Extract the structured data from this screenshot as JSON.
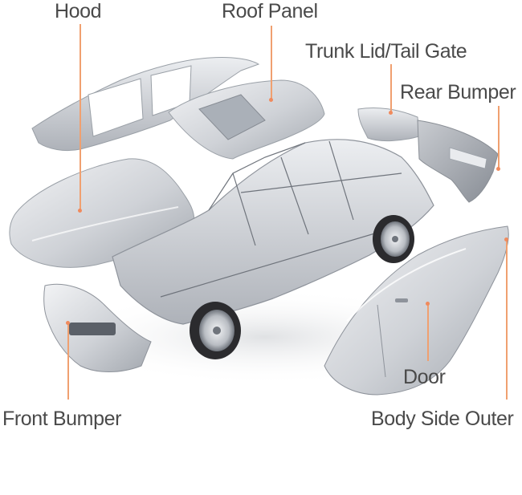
{
  "labels": {
    "hood": "Hood",
    "roof_panel": "Roof Panel",
    "trunk_lid": "Trunk Lid/Tail Gate",
    "rear_bumper": "Rear Bumper",
    "front_bumper": "Front Bumper",
    "door": "Door",
    "body_side_outer": "Body Side Outer"
  },
  "colors": {
    "label_text": "#4a4a4a",
    "leader_line": "#f0a070",
    "marker_dot": "#f08a5d",
    "panel_light": "#e6e8ec",
    "panel_mid": "#c2c6cc",
    "panel_dark": "#8e939b",
    "tire": "#2b2b2e",
    "background": "#ffffff"
  }
}
